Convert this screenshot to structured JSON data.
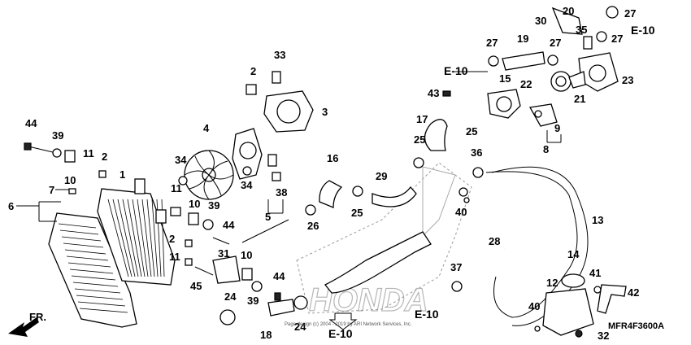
{
  "diagram_code": "MFR4F3600A",
  "direction_label": "FR.",
  "watermark": "HONDA",
  "copyright": "Page design (c) 2004 - 2019 by ARI Network Services, Inc.",
  "references": {
    "e10_1": "E-10",
    "e10_2": "E-10",
    "e10_3": "E-10",
    "e10_4": "E-10"
  },
  "callouts": {
    "c1": "1",
    "c2a": "2",
    "c2b": "2",
    "c2c": "2",
    "c3": "3",
    "c4": "4",
    "c5": "5",
    "c6": "6",
    "c7": "7",
    "c8": "8",
    "c9": "9",
    "c10a": "10",
    "c10b": "10",
    "c10c": "10",
    "c11a": "11",
    "c11b": "11",
    "c11c": "11",
    "c12": "12",
    "c13": "13",
    "c14": "14",
    "c15": "15",
    "c16": "16",
    "c17": "17",
    "c18": "18",
    "c19": "19",
    "c20": "20",
    "c21": "21",
    "c22": "22",
    "c23": "23",
    "c24a": "24",
    "c24b": "24",
    "c25a": "25",
    "c25b": "25",
    "c25c": "25",
    "c26": "26",
    "c27a": "27",
    "c27b": "27",
    "c27c": "27",
    "c27d": "27",
    "c28": "28",
    "c29": "29",
    "c30": "30",
    "c31": "31",
    "c32": "32",
    "c33": "33",
    "c34a": "34",
    "c34b": "34",
    "c35": "35",
    "c36": "36",
    "c37": "37",
    "c38": "38",
    "c39a": "39",
    "c39b": "39",
    "c39c": "39",
    "c40a": "40",
    "c40b": "40",
    "c41": "41",
    "c42": "42",
    "c43": "43",
    "c44a": "44",
    "c44b": "44",
    "c44c": "44",
    "c45": "45"
  }
}
